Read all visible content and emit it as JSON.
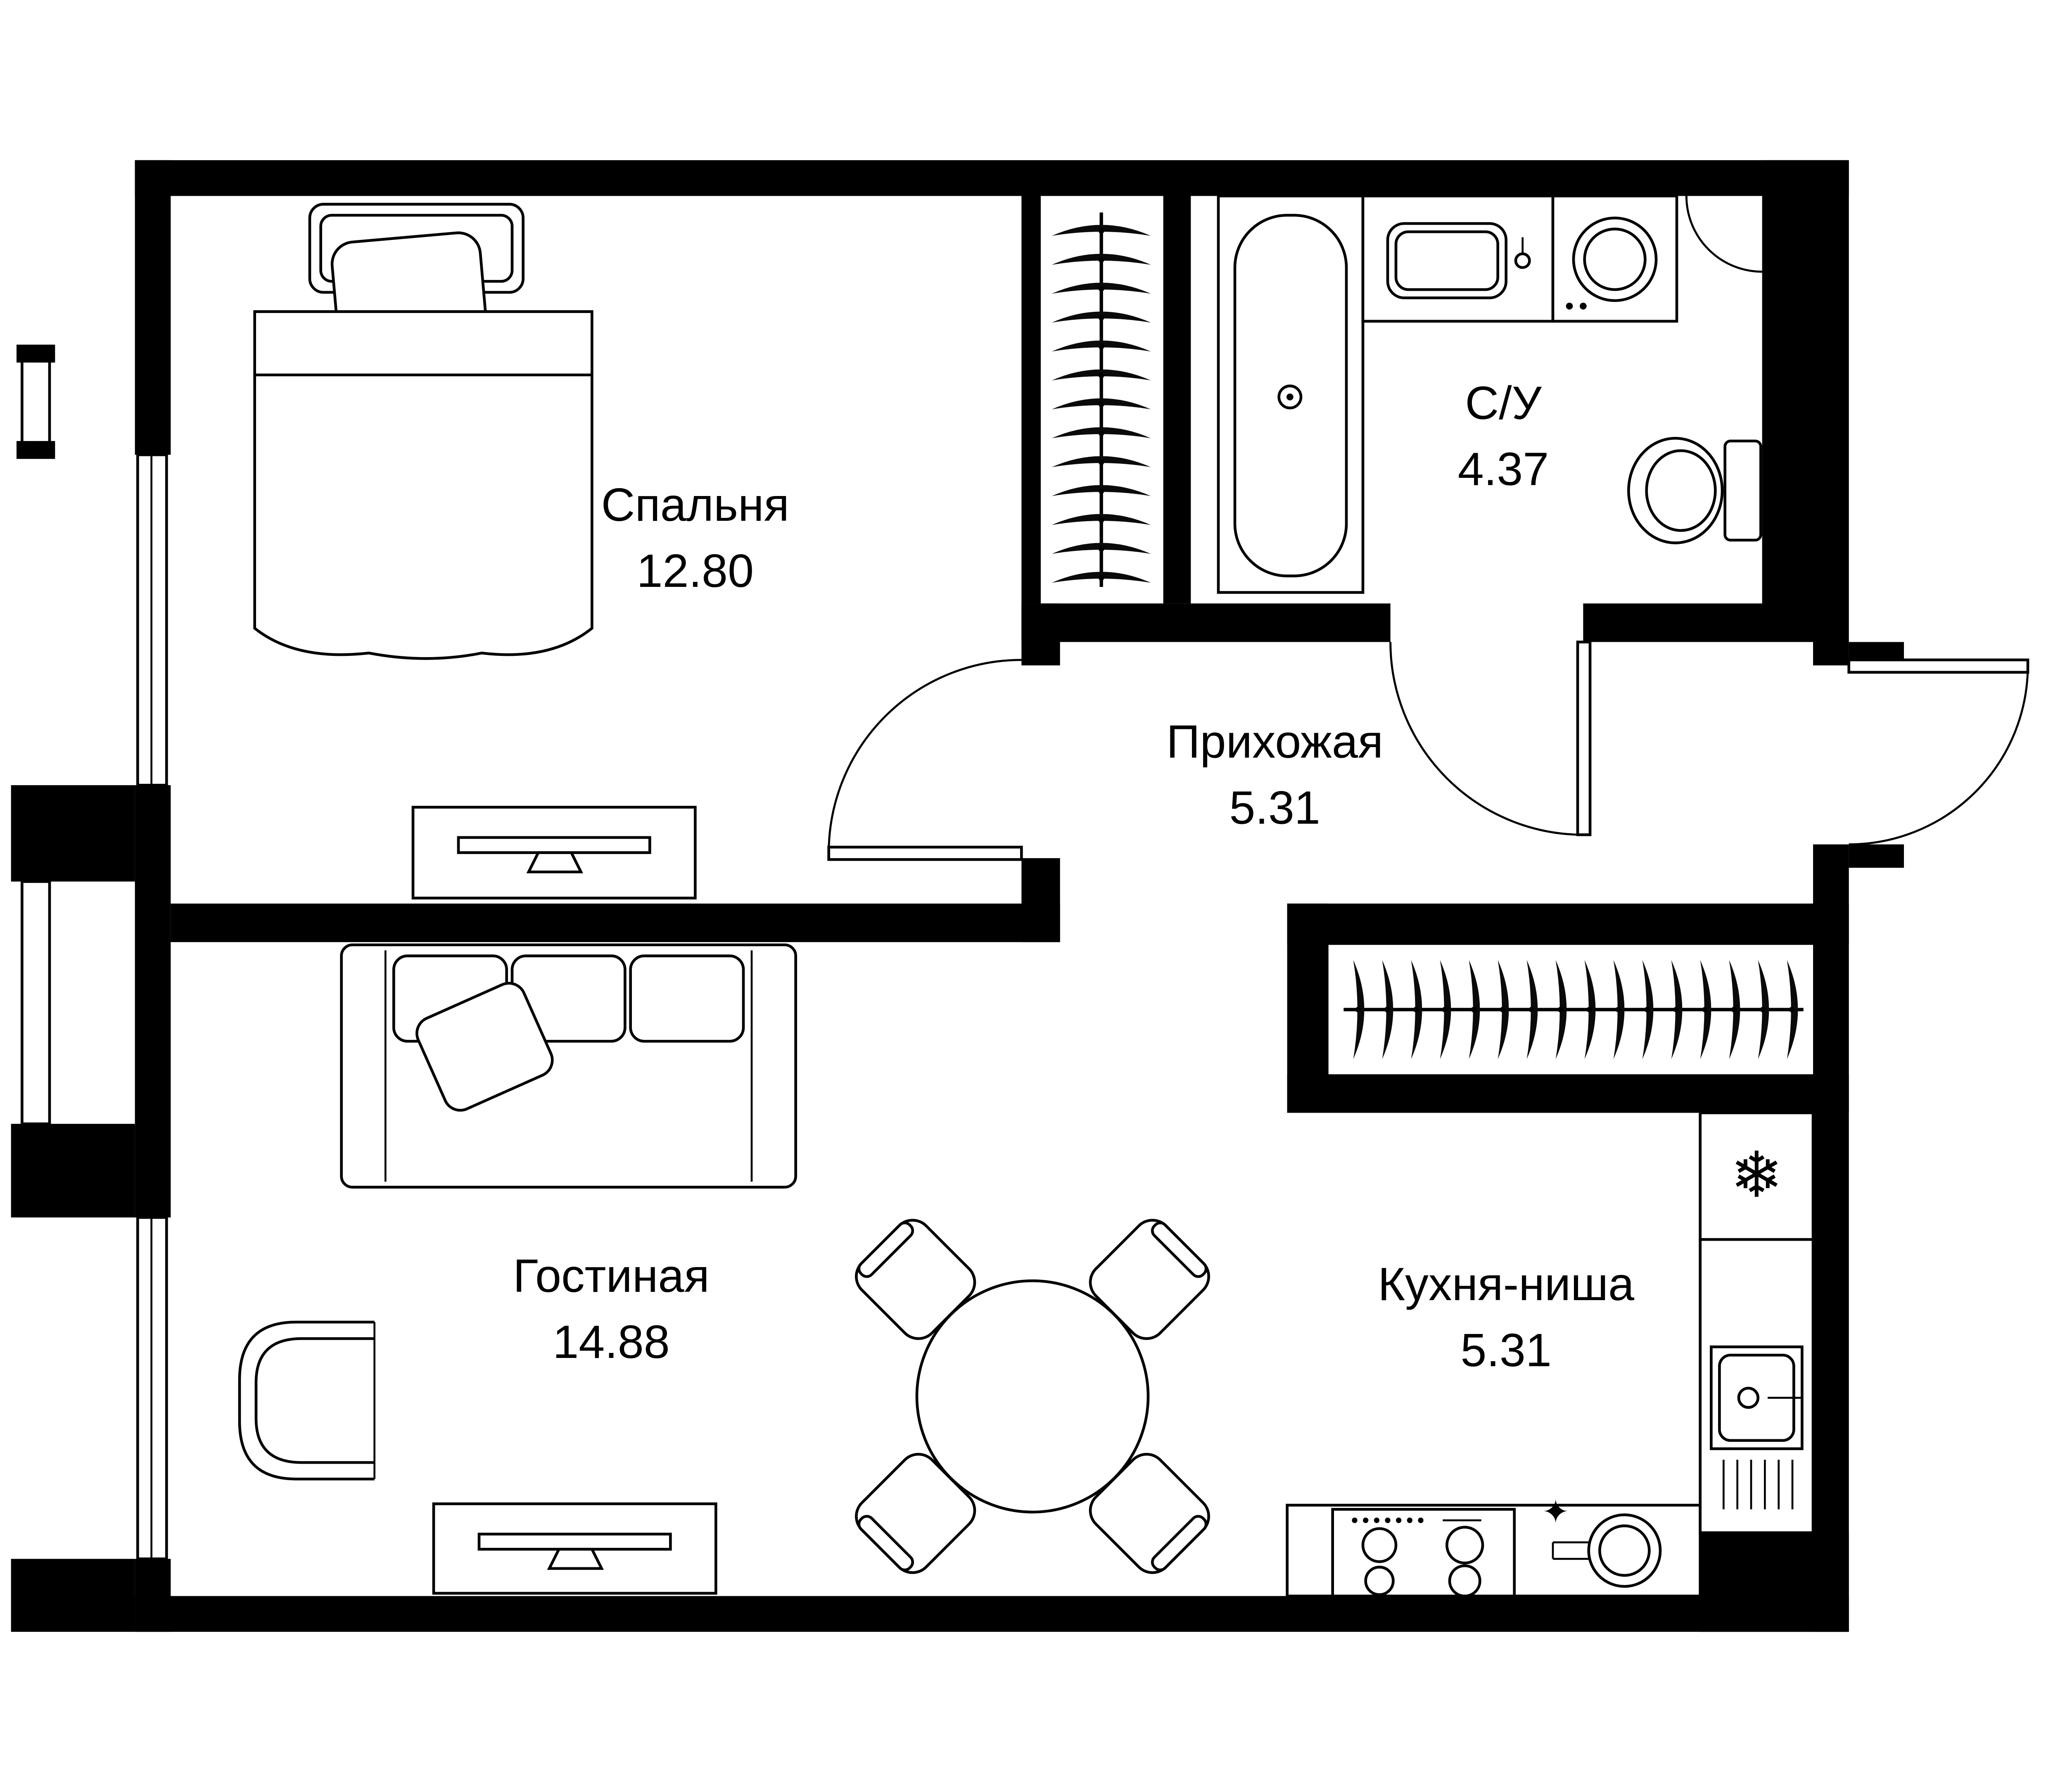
{
  "plan": {
    "type": "apartment-floor-plan",
    "rooms": [
      {
        "id": "bedroom",
        "label": "Спальня",
        "area": "12.80"
      },
      {
        "id": "bathroom",
        "label": "С/У",
        "area": "4.37"
      },
      {
        "id": "hallway",
        "label": "Прихожая",
        "area": "5.31"
      },
      {
        "id": "living-room",
        "label": "Гостиная",
        "area": "14.88"
      },
      {
        "id": "kitchen-niche",
        "label": "Кухня-ниша",
        "area": "5.31"
      }
    ]
  },
  "icons": {
    "fridge_glyph": "❄",
    "clean_glyph": "✦"
  },
  "colors": {
    "wall": "#000000",
    "line": "#000000",
    "background": "#ffffff"
  }
}
